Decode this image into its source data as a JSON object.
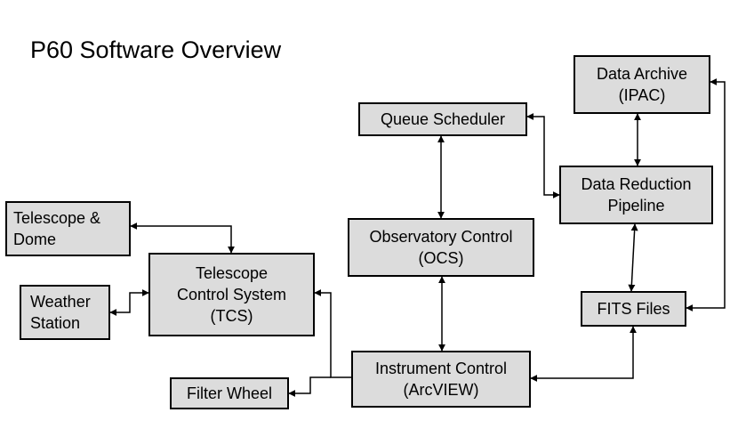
{
  "title": "P60 Software Overview",
  "nodes": {
    "data_archive": "Data Archive\n(IPAC)",
    "queue_scheduler": "Queue Scheduler",
    "data_reduction": "Data Reduction\nPipeline",
    "telescope_dome": "Telescope &\nDome",
    "observatory_control": "Observatory Control\n(OCS)",
    "weather_station": "Weather\nStation",
    "tcs": "Telescope\nControl System\n(TCS)",
    "fits_files": "FITS Files",
    "instrument_control": "Instrument Control\n(ArcVIEW)",
    "filter_wheel": "Filter Wheel"
  },
  "colors": {
    "box_fill": "#dcdcdc",
    "line": "#000000"
  }
}
